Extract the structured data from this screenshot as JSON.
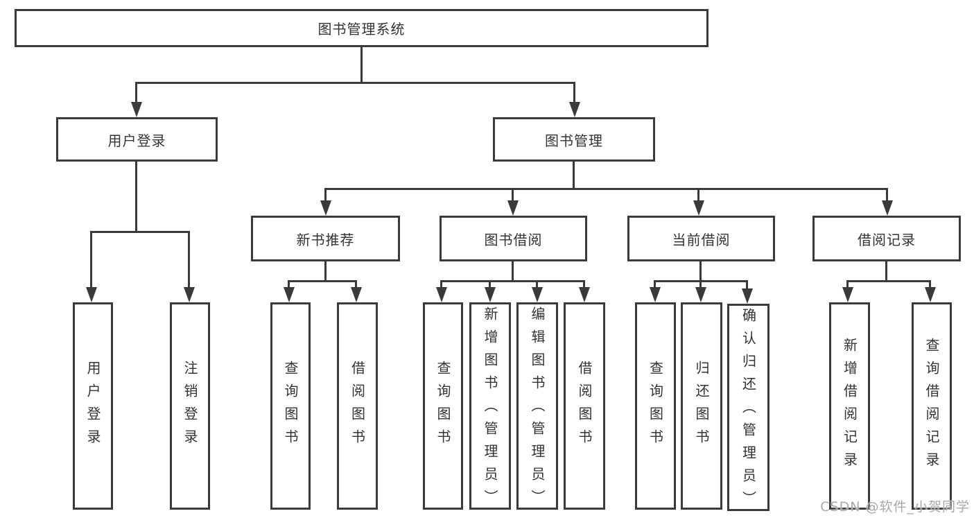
{
  "tree": {
    "root": {
      "label": "图书管理系统"
    },
    "children": [
      {
        "label": "用户登录",
        "children": [
          {
            "label": "用户登录"
          },
          {
            "label": "注销登录"
          }
        ]
      },
      {
        "label": "图书管理",
        "children": [
          {
            "label": "新书推荐",
            "children": [
              {
                "label": "查询图书"
              },
              {
                "label": "借阅图书"
              }
            ]
          },
          {
            "label": "图书借阅",
            "children": [
              {
                "label": "查询图书"
              },
              {
                "label": "新增图书（管理员）"
              },
              {
                "label": "编辑图书（管理员）"
              },
              {
                "label": "借阅图书"
              }
            ]
          },
          {
            "label": "当前借阅",
            "children": [
              {
                "label": "查询图书"
              },
              {
                "label": "归还图书"
              },
              {
                "label": "确认归还（管理员）"
              }
            ]
          },
          {
            "label": "借阅记录",
            "children": [
              {
                "label": "新增借阅记录"
              },
              {
                "label": "查询借阅记录"
              }
            ]
          }
        ]
      }
    ]
  },
  "watermark": {
    "text": "CSDN @软件_小贺同学"
  },
  "colors": {
    "line": "#3a3a3a",
    "text": "#333333",
    "watermark": "#a8a8a8",
    "background": "#ffffff"
  }
}
